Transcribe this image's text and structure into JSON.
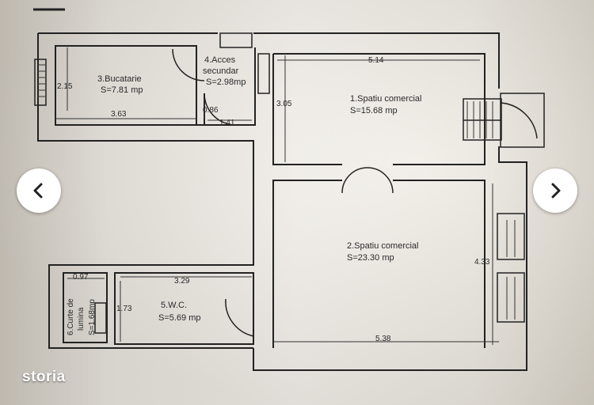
{
  "plan": {
    "rooms": {
      "bucatarie": {
        "name": "3.Bucatarie",
        "area": "S=7.81 mp"
      },
      "acces": {
        "name1": "4.Acces",
        "name2": "secundar",
        "area": "S=2.98mp"
      },
      "spatiu1": {
        "name": "1.Spatiu comercial",
        "area": "S=15.68 mp"
      },
      "spatiu2": {
        "name": "2.Spatiu comercial",
        "area": "S=23.30 mp"
      },
      "wc": {
        "name": "5.W.C.",
        "area": "S=5.69 mp"
      },
      "curte": {
        "name1": "6.Curte de",
        "name2": "lumina",
        "area": "S=1.68mp"
      }
    },
    "dims": {
      "d215": "2.15",
      "d363": "3.63",
      "d086": "0.86",
      "d141": "1.41",
      "d514": "5.14",
      "d305": "3.05",
      "d433": "4.33",
      "d538": "5.38",
      "d329": "3.29",
      "d173": "1.73",
      "d097": "0.97"
    }
  },
  "nav": {
    "prev_icon": "chevron-left-icon",
    "next_icon": "chevron-right-icon"
  },
  "brand": {
    "logo_text": "storia"
  }
}
